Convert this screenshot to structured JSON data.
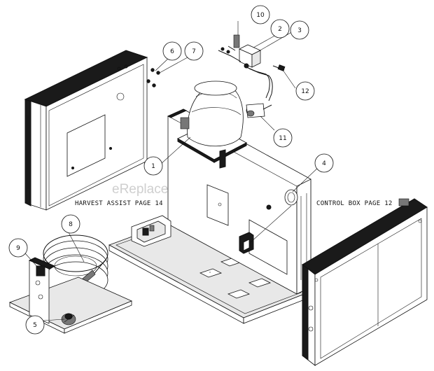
{
  "watermark": "eReplacementParts.com",
  "labels": {
    "harvest_assist": "HARVEST ASSIST PAGE 14",
    "control_box": "CONTROL BOX PAGE 12"
  },
  "callouts": {
    "c1": "1",
    "c2": "2",
    "c3": "3",
    "c4": "4",
    "c5": "5",
    "c6": "6",
    "c7": "7",
    "c8": "8",
    "c9": "9",
    "c10": "10",
    "c11": "11",
    "c12": "12"
  }
}
